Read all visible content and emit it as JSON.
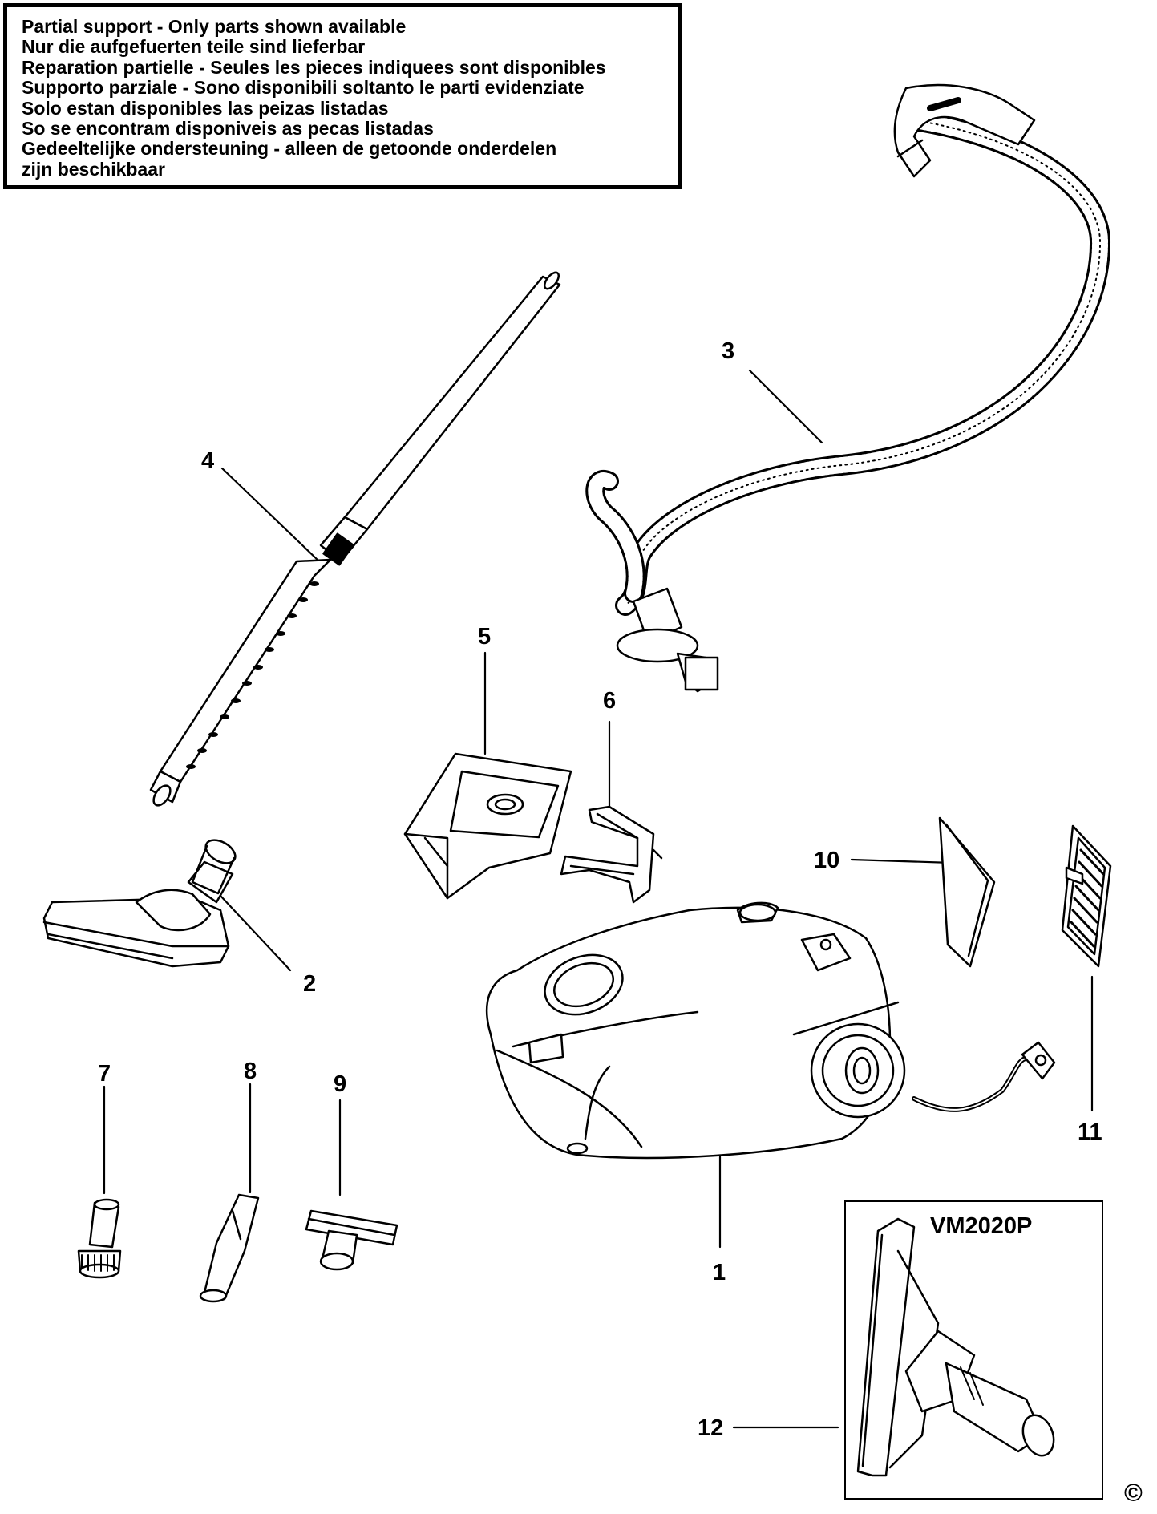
{
  "notice": {
    "lines": [
      "Partial support - Only parts shown available",
      "Nur die aufgefuerten teile sind lieferbar",
      "Reparation partielle - Seules les pieces indiquees sont disponibles",
      "Supporto parziale - Sono disponibili soltanto le parti evidenziate",
      "Solo estan disponibles las peizas listadas",
      "So se encontram disponiveis as pecas listadas",
      "Gedeeltelijke ondersteuning - alleen de getoonde onderdelen",
      "zijn beschikbaar"
    ]
  },
  "callouts": {
    "p1": "1",
    "p2": "2",
    "p3": "3",
    "p4": "4",
    "p5": "5",
    "p6": "6",
    "p7": "7",
    "p8": "8",
    "p9": "9",
    "p10": "10",
    "p11": "11",
    "p12": "12"
  },
  "inset": {
    "model": "VM2020P"
  },
  "copyright": "©",
  "colors": {
    "ink": "#000000",
    "paper": "#ffffff"
  },
  "icons": {
    "vacuum": "vacuum-cleaner-body-drawing",
    "hose": "flexible-hose-drawing",
    "tube": "telescopic-tube-drawing",
    "floor-nozzle": "floor-nozzle-drawing",
    "dust-bag": "dust-bag-drawing",
    "bag-holder": "bag-holder-drawing",
    "filter": "filter-drawing",
    "grille": "exhaust-grille-drawing",
    "brush": "dusting-brush-drawing",
    "crevice": "crevice-tool-drawing",
    "upholstery": "upholstery-nozzle-drawing",
    "parquet": "parquet-nozzle-drawing"
  }
}
